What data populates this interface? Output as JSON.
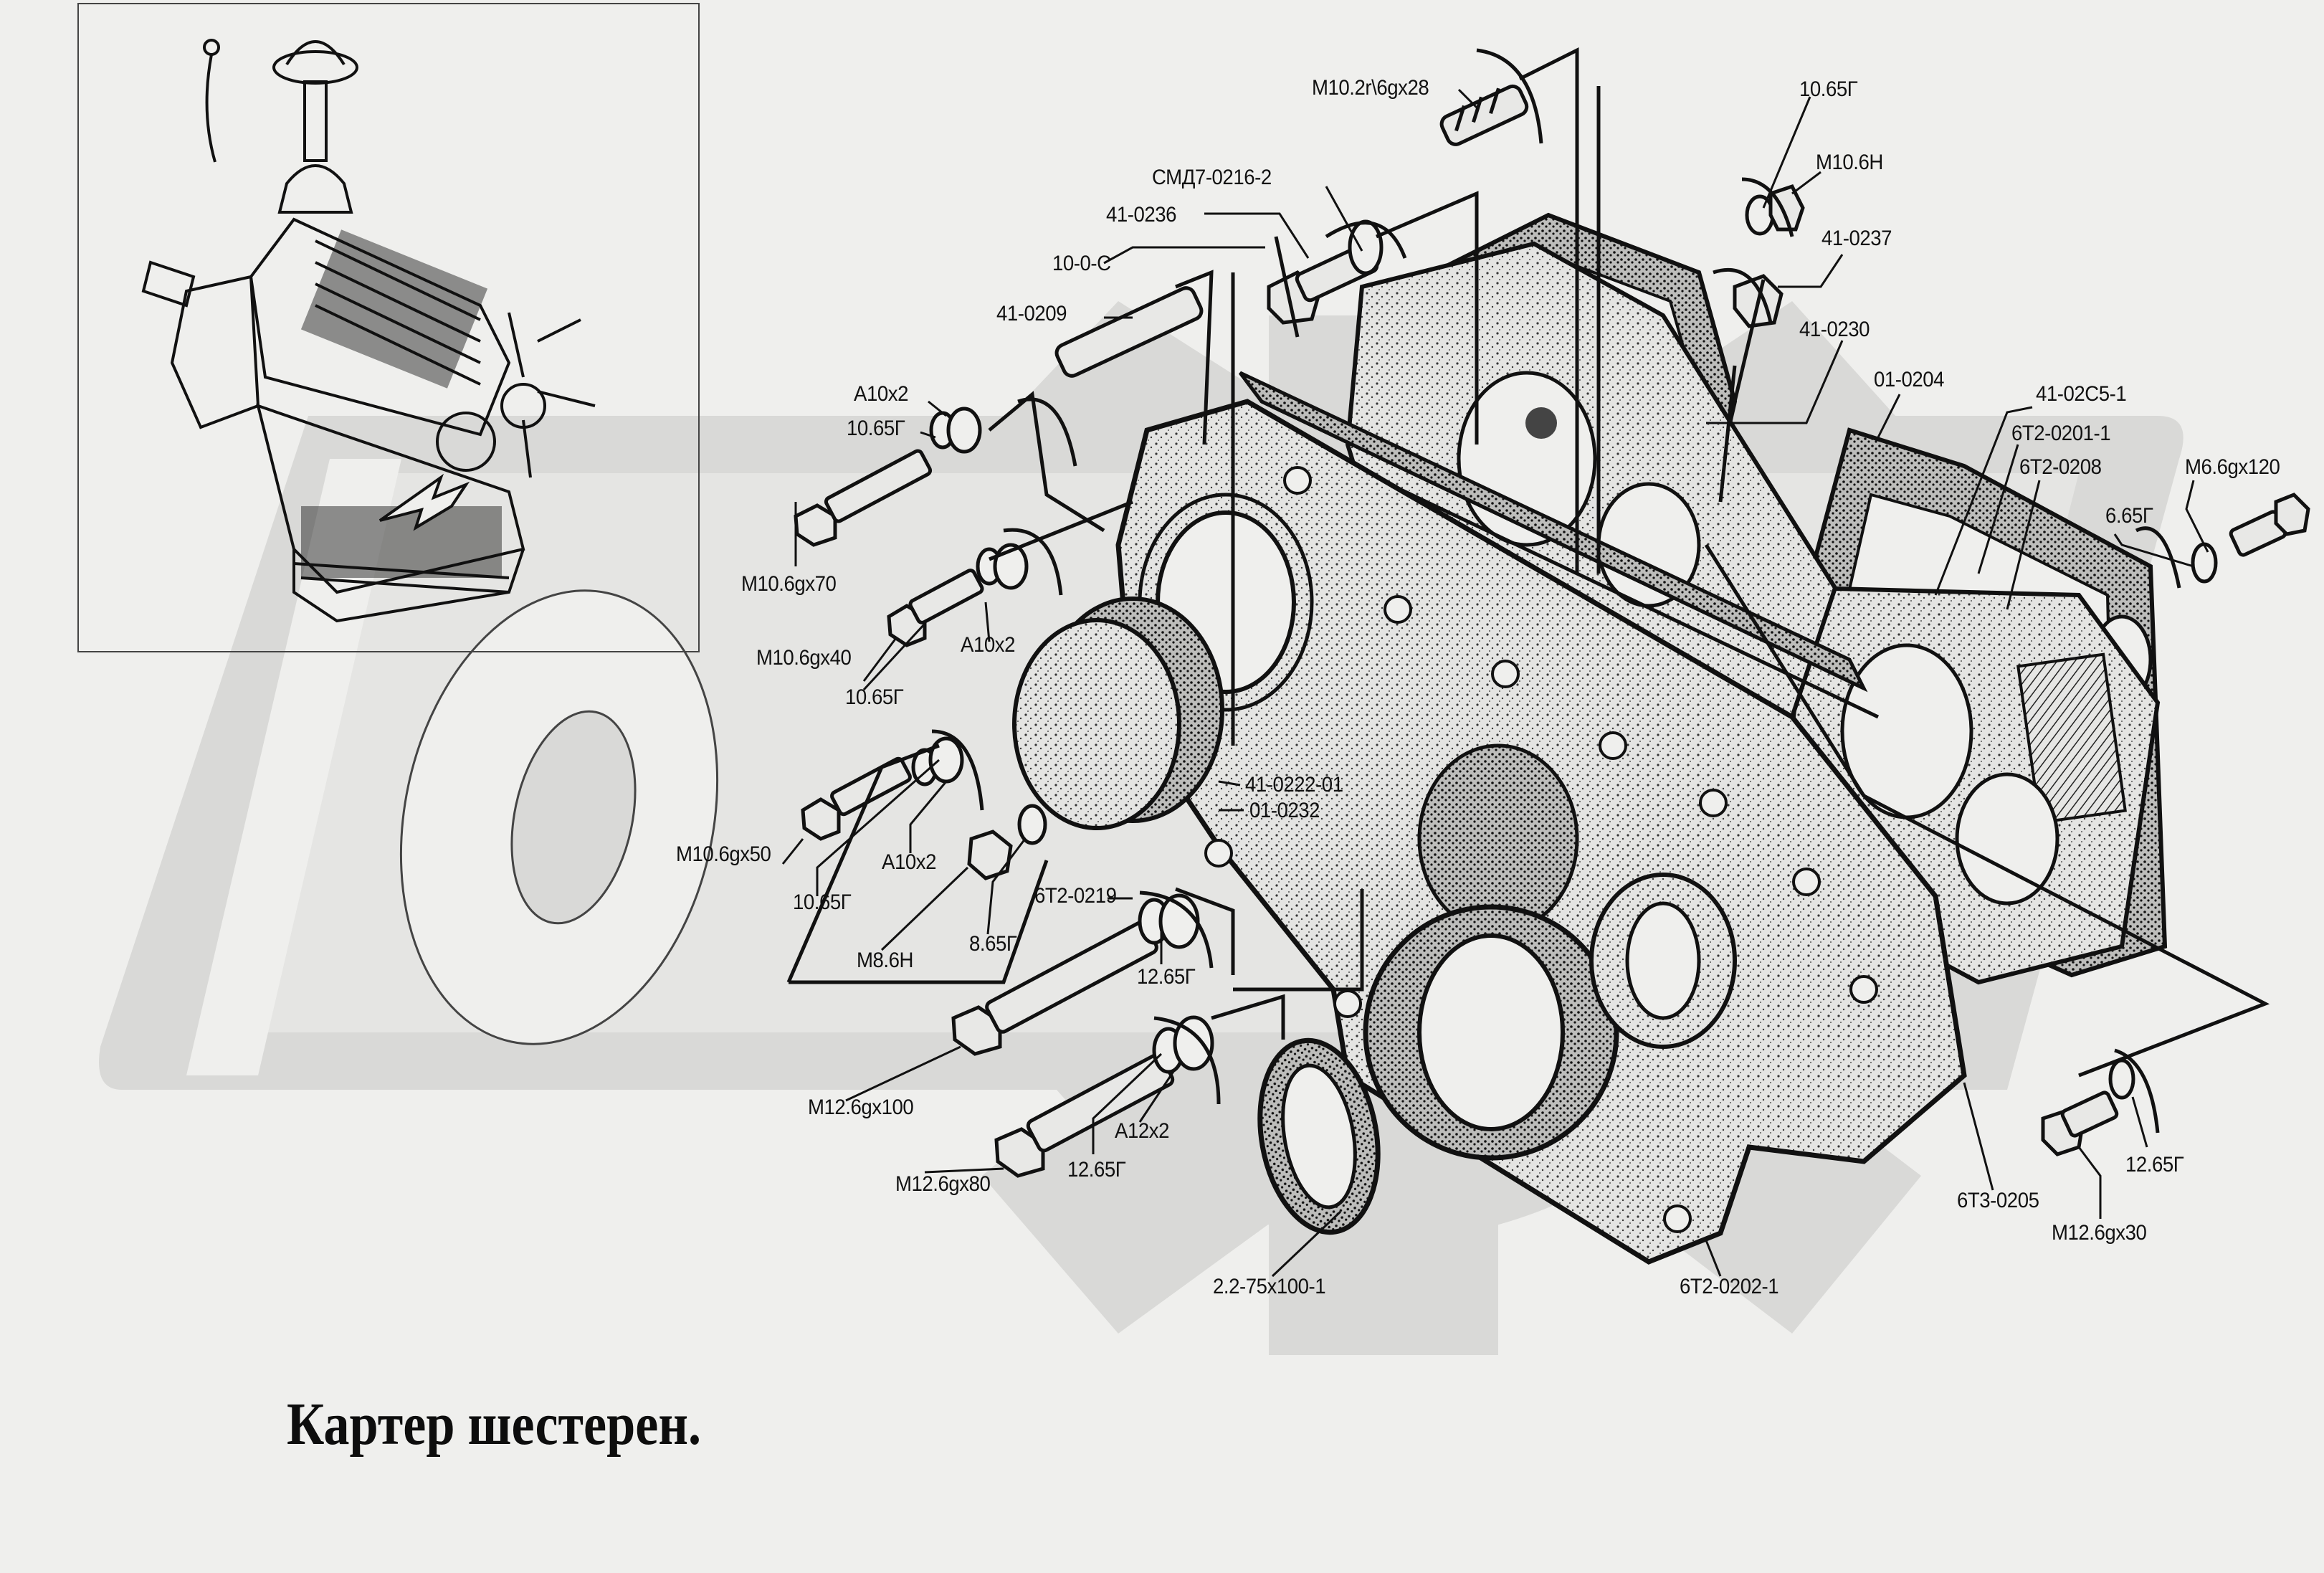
{
  "title": "Картер шестерен.",
  "inset": {
    "description": "Engine overview with arrow pointing to gear housing location",
    "icon": "engine-illustration"
  },
  "watermark": {
    "description": "Light gray logo with gear shape and letters",
    "color": "#d9d9d7"
  },
  "colors": {
    "background": "#efefed",
    "ink": "#111111",
    "watermark": "#d9d9d7",
    "stipple": "#7a7a7a"
  },
  "labels": [
    {
      "id": "m10-2r-6gx28",
      "text": "M10.2r\\6gx28"
    },
    {
      "id": "10-65g-a",
      "text": "10.65Г"
    },
    {
      "id": "m10-6h",
      "text": "M10.6H"
    },
    {
      "id": "smd7-0216-2",
      "text": "СМД7-0216-2"
    },
    {
      "id": "41-0237",
      "text": "41-0237"
    },
    {
      "id": "41-0236",
      "text": "41-0236"
    },
    {
      "id": "10-0-c",
      "text": "10-0-C"
    },
    {
      "id": "41-0209",
      "text": "41-0209"
    },
    {
      "id": "41-0230",
      "text": "41-0230"
    },
    {
      "id": "01-0204",
      "text": "01-0204"
    },
    {
      "id": "41-02c5-1",
      "text": "41-02C5-1"
    },
    {
      "id": "a10x2-a",
      "text": "A10x2"
    },
    {
      "id": "10-65g-b",
      "text": "10.65Г"
    },
    {
      "id": "6t2-0201-1",
      "text": "6T2-0201-1"
    },
    {
      "id": "6t2-0208",
      "text": "6T2-0208"
    },
    {
      "id": "m6-6gx120",
      "text": "M6.6gx120"
    },
    {
      "id": "6-65g",
      "text": "6.65Г"
    },
    {
      "id": "m10-6gx70",
      "text": "M10.6gx70"
    },
    {
      "id": "a10x2-b",
      "text": "A10x2"
    },
    {
      "id": "m10-6gx40",
      "text": "M10.6gx40"
    },
    {
      "id": "10-65g-c",
      "text": "10.65Г"
    },
    {
      "id": "41-0222-01",
      "text": "41-0222-01"
    },
    {
      "id": "01-0232",
      "text": "01-0232"
    },
    {
      "id": "m10-6gx50",
      "text": "M10.6gx50"
    },
    {
      "id": "a10x2-c",
      "text": "A10x2"
    },
    {
      "id": "10-65g-d",
      "text": "10.65Г"
    },
    {
      "id": "6t2-0219",
      "text": "6T2-0219"
    },
    {
      "id": "m8-6h",
      "text": "M8.6H"
    },
    {
      "id": "8-65g",
      "text": "8.65Г"
    },
    {
      "id": "12-65g-a",
      "text": "12.65Г"
    },
    {
      "id": "m12-6gx100",
      "text": "M12.6gx100"
    },
    {
      "id": "a12x2",
      "text": "A12x2"
    },
    {
      "id": "m12-6gx80",
      "text": "M12.6gx80"
    },
    {
      "id": "12-65g-b",
      "text": "12.65Г"
    },
    {
      "id": "2-2-75x100-1",
      "text": "2.2-75x100-1"
    },
    {
      "id": "6t3-0205",
      "text": "6T3-0205"
    },
    {
      "id": "12-65g-c",
      "text": "12.65Г"
    },
    {
      "id": "m12-6gx30",
      "text": "M12.6gx30"
    },
    {
      "id": "6t2-0202-1",
      "text": "6T2-0202-1"
    }
  ]
}
